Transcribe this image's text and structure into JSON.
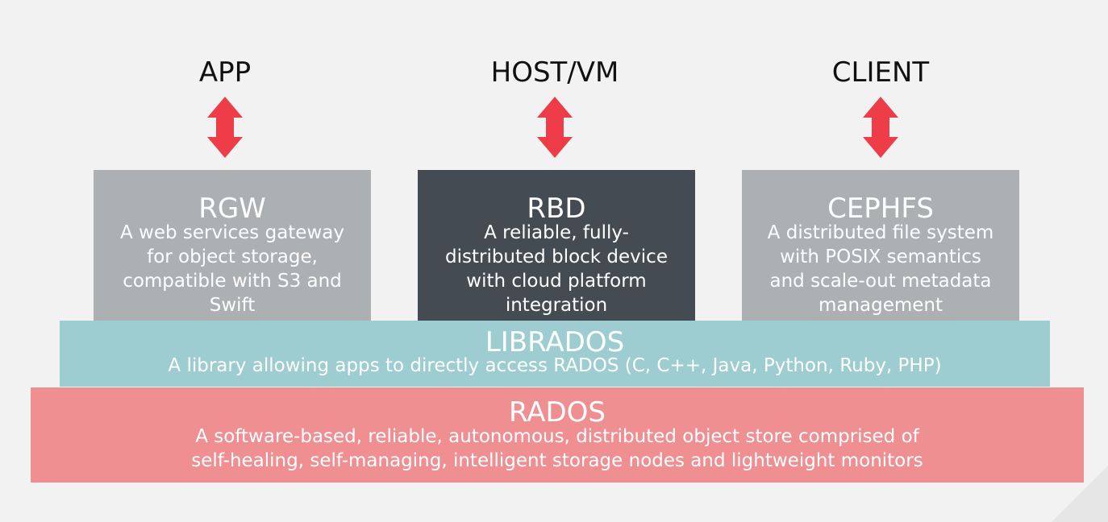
{
  "colors": {
    "background": "#f2f2f2",
    "arrow": "#ee3d48",
    "rgw_box": "#adb0b3",
    "rbd_box": "#454b53",
    "cephfs_box": "#adb0b3",
    "librados": "#9dcdd0",
    "rados": "#f08f91"
  },
  "clients": [
    {
      "label": "APP",
      "icon": "double-arrow-icon"
    },
    {
      "label": "HOST/VM",
      "icon": "double-arrow-icon"
    },
    {
      "label": "CLIENT",
      "icon": "double-arrow-icon"
    }
  ],
  "components": [
    {
      "title": "RGW",
      "description": [
        "A web services gateway",
        "for object storage,",
        "compatible with S3 and",
        "Swift"
      ]
    },
    {
      "title": "RBD",
      "description": [
        "A reliable, fully-",
        "distributed block device",
        "with cloud platform",
        "integration"
      ]
    },
    {
      "title": "CEPHFS",
      "description": [
        "A distributed file system",
        "with POSIX semantics",
        "and scale-out metadata",
        "management"
      ]
    }
  ],
  "librados": {
    "title": "LIBRADOS",
    "description": "A library allowing apps to directly access RADOS (C, C++, Java, Python, Ruby, PHP)"
  },
  "rados": {
    "title": "RADOS",
    "description": [
      "A software-based, reliable, autonomous, distributed object store comprised of",
      "self-healing, self-managing, intelligent storage nodes and lightweight monitors"
    ]
  }
}
